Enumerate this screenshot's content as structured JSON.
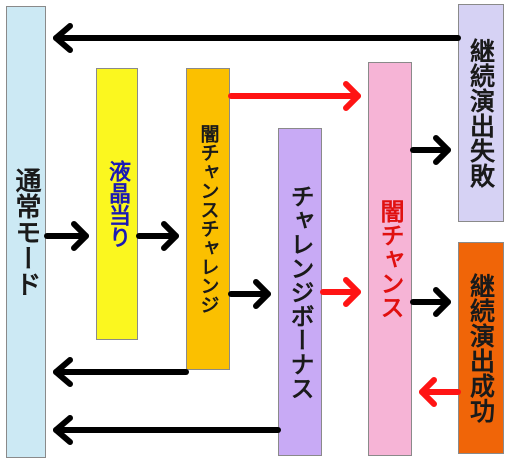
{
  "boxes": {
    "normal_mode": {
      "label": "通常モード",
      "fill": "#cce9f4",
      "text_color": "#1a1a1a"
    },
    "lcd_hit": {
      "label": "液晶当り",
      "fill": "#fbf71f",
      "text_color": "#1a1ab4"
    },
    "challenge": {
      "label": "闇チャンスチャレンジ",
      "fill": "#fbc000",
      "text_color": "#1a1a1a"
    },
    "challenge_bonus": {
      "label": "チャレンジボーナス",
      "fill": "#c8aaf5",
      "text_color": "#1a1a1a"
    },
    "chance": {
      "label": "闇チャンス",
      "fill": "#f6b4d6",
      "text_color": "#e01010"
    },
    "continue_fail": {
      "label": "継続演出失敗",
      "fill": "#d6d2f4",
      "text_color": "#1a1a1a"
    },
    "continue_success": {
      "label": "継続演出成功",
      "fill": "#f06508",
      "text_color": "#1a1a1a"
    }
  },
  "colors": {
    "black_arrow": "#000000",
    "red_arrow": "#ff1414"
  }
}
